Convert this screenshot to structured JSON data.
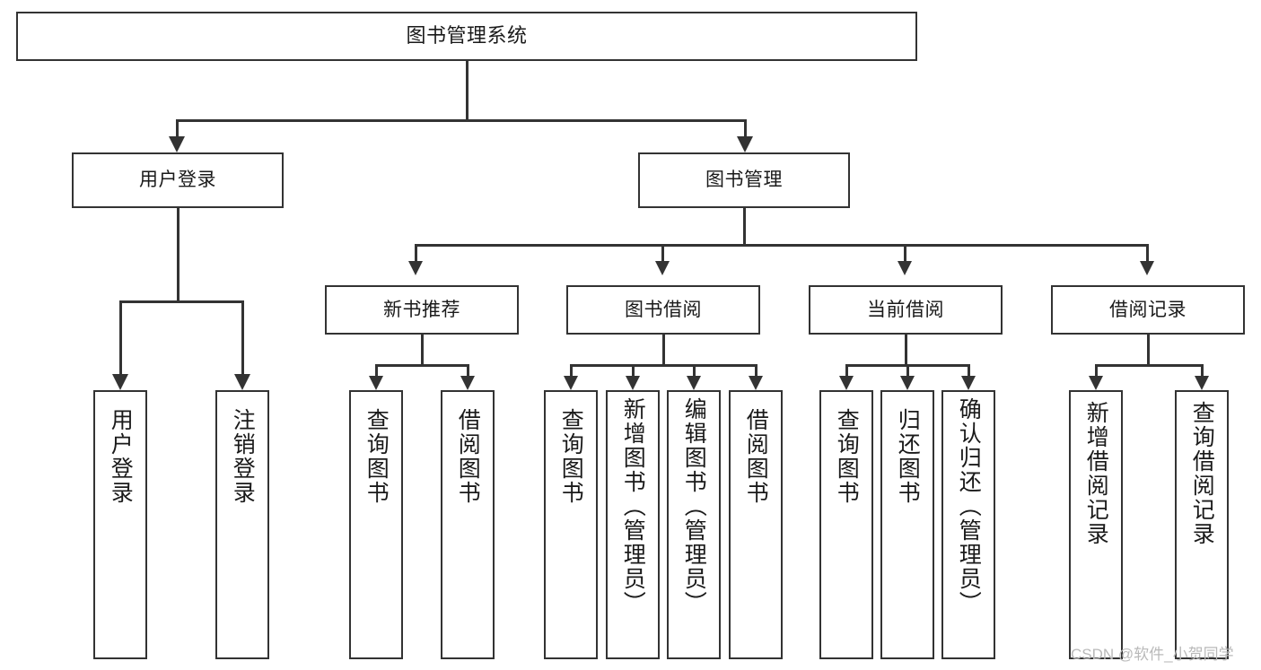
{
  "diagram": {
    "title": "图书管理系统",
    "type": "tree-hierarchy",
    "root": {
      "label": "图书管理系统"
    },
    "level1": [
      {
        "label": "用户登录"
      },
      {
        "label": "图书管理"
      }
    ],
    "level2": [
      {
        "label": "新书推荐"
      },
      {
        "label": "图书借阅"
      },
      {
        "label": "当前借阅"
      },
      {
        "label": "借阅记录"
      }
    ],
    "leaves": {
      "user_login": [
        {
          "label": "用户登录"
        },
        {
          "label": "注销登录"
        }
      ],
      "new_book_recommend": [
        {
          "label": "查询图书"
        },
        {
          "label": "借阅图书"
        }
      ],
      "book_borrow": [
        {
          "label": "查询图书"
        },
        {
          "label": "新增图书（管理员）"
        },
        {
          "label": "编辑图书（管理员）"
        },
        {
          "label": "借阅图书"
        }
      ],
      "current_borrow": [
        {
          "label": "查询图书"
        },
        {
          "label": "归还图书"
        },
        {
          "label": "确认归还（管理员）"
        }
      ],
      "borrow_record": [
        {
          "label": "新增借阅记录"
        },
        {
          "label": "查询借阅记录"
        }
      ]
    }
  },
  "watermark": {
    "text": "CSDN @软件_小贺同学"
  },
  "colors": {
    "stroke": "#333333",
    "background": "#ffffff",
    "text": "#1a1a1a",
    "watermark": "#b9b9b9"
  }
}
